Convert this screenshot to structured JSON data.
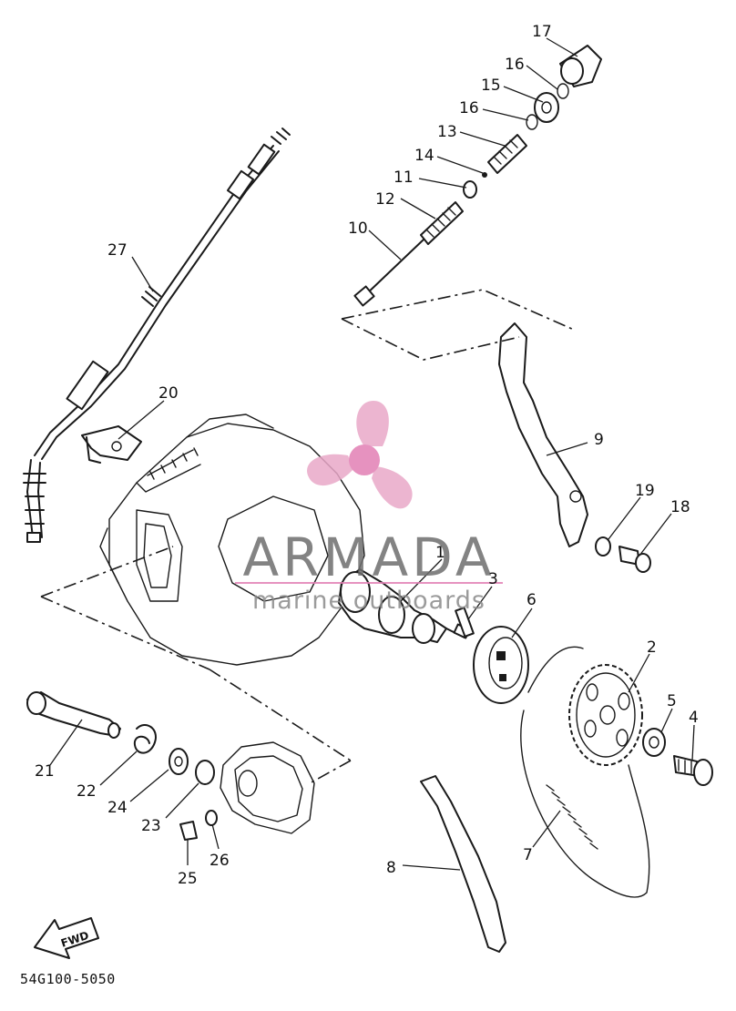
{
  "watermark": {
    "brand": "ARMADA",
    "tagline": "marine outboards",
    "colors": {
      "propeller": "#e9a9c8",
      "hub": "#e27fb4",
      "text": "#6e6e6e",
      "rule": "#e27fb4"
    }
  },
  "catalog_code": "54G100-5050",
  "fwd_label": "FWD",
  "parts": [
    {
      "ref": "1"
    },
    {
      "ref": "2"
    },
    {
      "ref": "3"
    },
    {
      "ref": "4"
    },
    {
      "ref": "5"
    },
    {
      "ref": "6"
    },
    {
      "ref": "7"
    },
    {
      "ref": "8"
    },
    {
      "ref": "9"
    },
    {
      "ref": "10"
    },
    {
      "ref": "11"
    },
    {
      "ref": "12"
    },
    {
      "ref": "13"
    },
    {
      "ref": "14"
    },
    {
      "ref": "15"
    },
    {
      "ref": "16"
    },
    {
      "ref": "16"
    },
    {
      "ref": "17"
    },
    {
      "ref": "18"
    },
    {
      "ref": "19"
    },
    {
      "ref": "20"
    },
    {
      "ref": "21"
    },
    {
      "ref": "22"
    },
    {
      "ref": "23"
    },
    {
      "ref": "24"
    },
    {
      "ref": "25"
    },
    {
      "ref": "26"
    },
    {
      "ref": "27"
    }
  ]
}
